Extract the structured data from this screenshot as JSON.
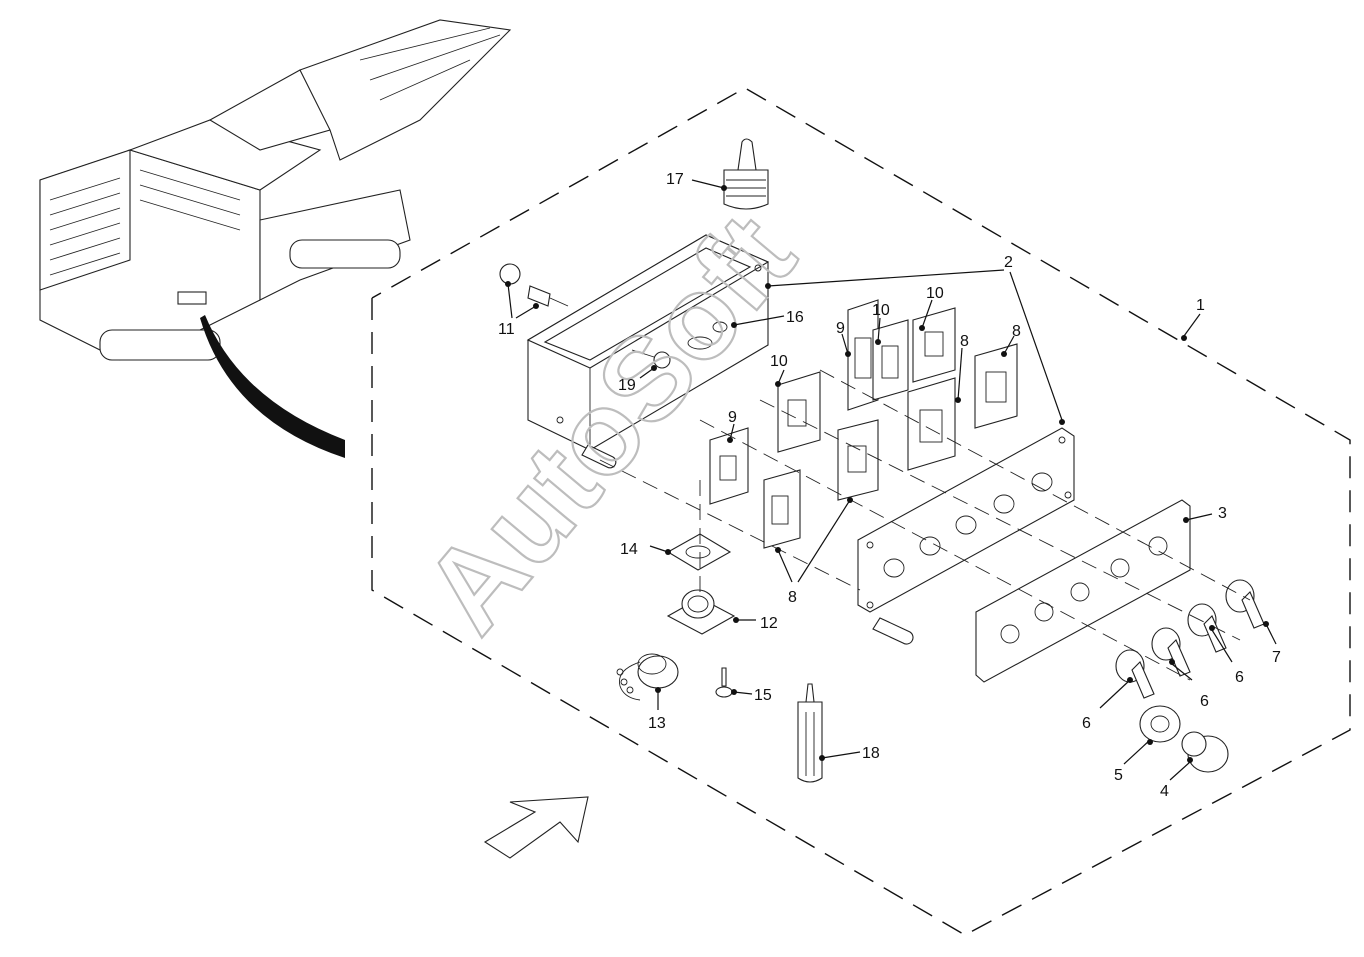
{
  "watermark": "AutoSoft",
  "callouts": [
    {
      "id": "c1",
      "label": "1"
    },
    {
      "id": "c2",
      "label": "2"
    },
    {
      "id": "c3",
      "label": "3"
    },
    {
      "id": "c4",
      "label": "4"
    },
    {
      "id": "c5",
      "label": "5"
    },
    {
      "id": "c6a",
      "label": "6"
    },
    {
      "id": "c6b",
      "label": "6"
    },
    {
      "id": "c6c",
      "label": "6"
    },
    {
      "id": "c7",
      "label": "7"
    },
    {
      "id": "c8a",
      "label": "8"
    },
    {
      "id": "c8b",
      "label": "8"
    },
    {
      "id": "c8c",
      "label": "8"
    },
    {
      "id": "c9a",
      "label": "9"
    },
    {
      "id": "c9b",
      "label": "9"
    },
    {
      "id": "c10a",
      "label": "10"
    },
    {
      "id": "c10b",
      "label": "10"
    },
    {
      "id": "c10c",
      "label": "10"
    },
    {
      "id": "c11",
      "label": "11"
    },
    {
      "id": "c12",
      "label": "12"
    },
    {
      "id": "c13",
      "label": "13"
    },
    {
      "id": "c14",
      "label": "14"
    },
    {
      "id": "c15",
      "label": "15"
    },
    {
      "id": "c16",
      "label": "16"
    },
    {
      "id": "c17",
      "label": "17"
    },
    {
      "id": "c18",
      "label": "18"
    },
    {
      "id": "c19",
      "label": "19"
    }
  ]
}
